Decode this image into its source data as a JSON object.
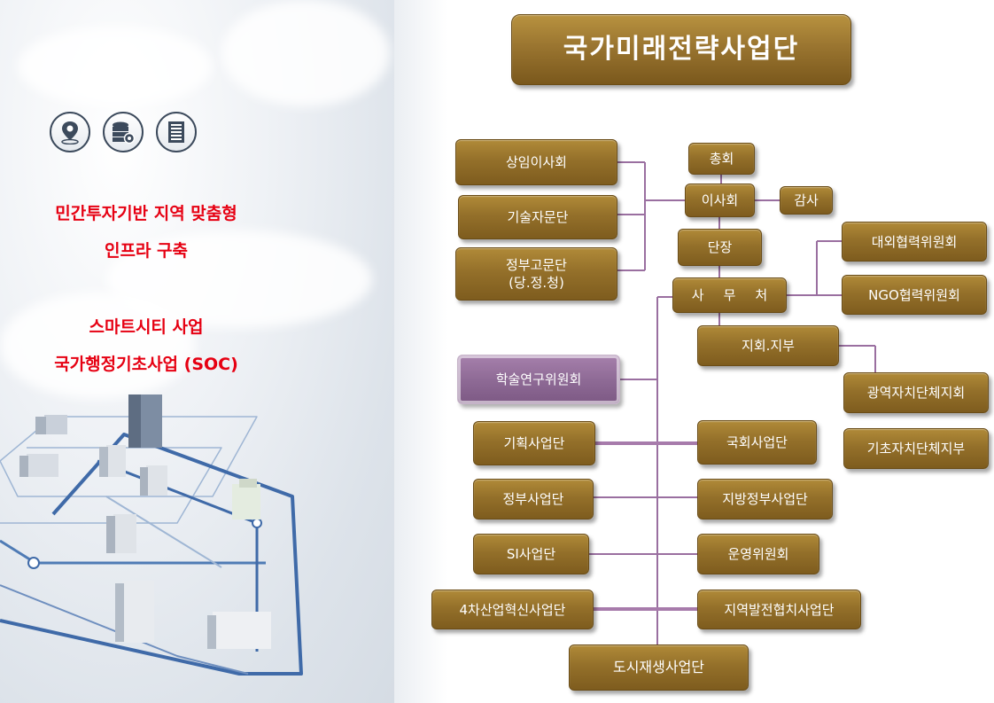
{
  "left_panel": {
    "icons": [
      "location-pin-icon",
      "database-gear-icon",
      "server-rack-icon"
    ],
    "text1_line1": "민간투자기반 지역 맞춤형",
    "text1_line2": "인프라 구축",
    "text2_line1": "스마트시티 사업",
    "text2_line2": "국가행정기초사업 (SOC)"
  },
  "org": {
    "title": "국가미래전략사업단",
    "general_assembly": "총회",
    "board": "이사회",
    "audit": "감사",
    "director": "단장",
    "office": "사무처",
    "standing_board": "상임이사회",
    "tech_advisory": "기술자문단",
    "gov_advisory_line1": "정부고문단",
    "gov_advisory_line2": "(당.정.청)",
    "external_cooperation": "대외협력위원회",
    "ngo_cooperation": "NGO협력위원회",
    "branches": "지회.지부",
    "metro_branch": "광역자치단체지회",
    "local_branch": "기초자치단체지부",
    "academic_committee": "학술연구위원회",
    "planning": "기획사업단",
    "assembly_business": "국회사업단",
    "government_business": "정부사업단",
    "local_gov_business": "지방정부사업단",
    "si_business": "SI사업단",
    "operations_committee": "운영위원회",
    "fourth_industry": "4차산업혁신사업단",
    "regional_dev": "지역발전협치사업단",
    "urban_regen": "도시재생사업단"
  },
  "colors": {
    "box_brown": "#94702a",
    "box_purple": "#8f6b96",
    "line": "#9a6fa0",
    "accent_red": "#e60012"
  }
}
